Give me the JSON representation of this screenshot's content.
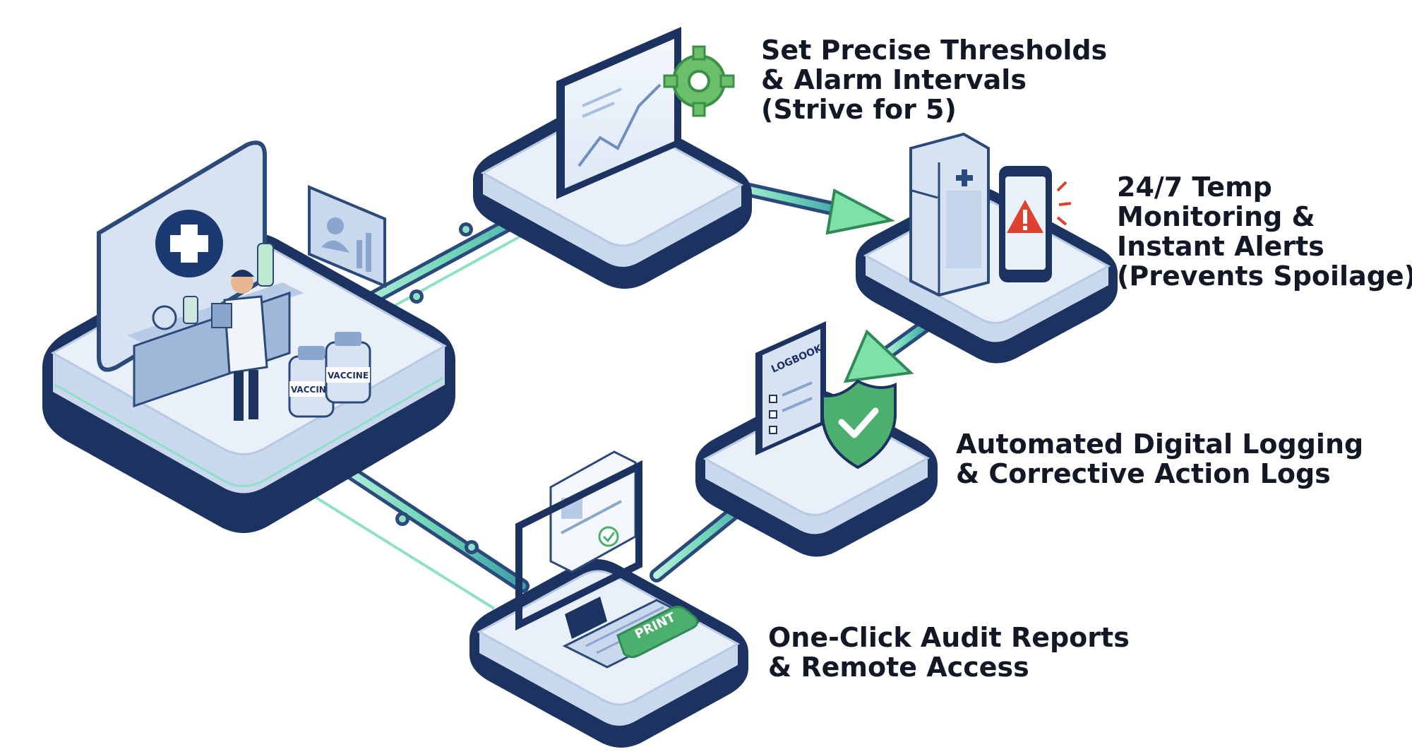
{
  "captions": {
    "thresholds": [
      "Set Precise Thresholds",
      "& Alarm Intervals",
      "(Strive for 5)"
    ],
    "monitoring": [
      "24/7 Temp",
      "Monitoring &",
      "Instant Alerts",
      "(Prevents Spoilage)"
    ],
    "logging": [
      "Automated Digital Logging",
      "& Corrective Action Logs"
    ],
    "audit": [
      "One-Click Audit Reports",
      "& Remote Access"
    ]
  },
  "labels": {
    "vial_1": "VACCINE",
    "vial_2": "VACCINE",
    "logbook": "LOGBOOK",
    "print_key": "PRINT"
  },
  "icons": {
    "clinic": "medical-cross-icon",
    "staff_card": "doctor-badge-icon",
    "settings": "gear-icon",
    "alert": "warning-triangle-icon",
    "verified": "shield-check-icon",
    "document": "checkmark-icon"
  },
  "colors": {
    "navy": "#1c3260",
    "platform_top": "#e9f0f9",
    "connector": "#8fe0c8",
    "accent_green": "#4caf6e",
    "alert_red": "#e0402f",
    "text": "#121826"
  }
}
